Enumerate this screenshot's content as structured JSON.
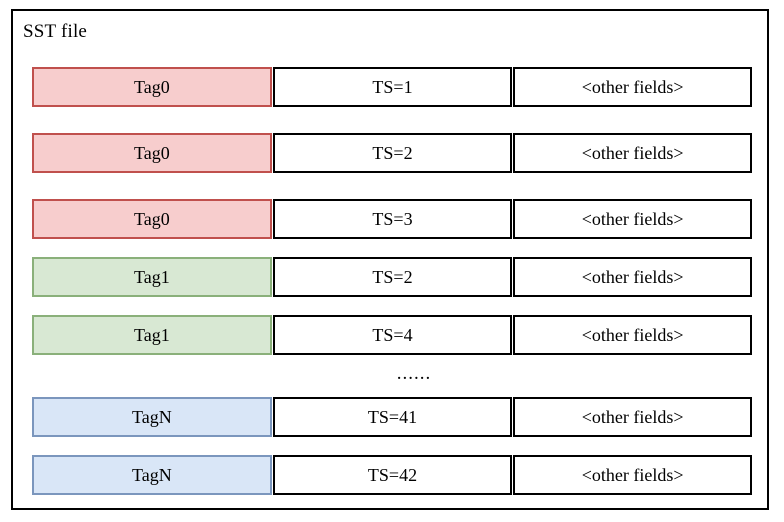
{
  "diagram": {
    "title": "SST file",
    "columns": [
      "tag",
      "timestamp",
      "other"
    ],
    "colors": {
      "tag0_fill": "#f7cdcd",
      "tag0_border": "#c0504d",
      "tag1_fill": "#d8e8d3",
      "tag1_border": "#8ab07a",
      "tagN_fill": "#d9e6f7",
      "tagN_border": "#7b96bd",
      "frame_border": "#000000",
      "cell_border": "#000000",
      "background": "#ffffff"
    },
    "ellipsis": "......",
    "rows": [
      {
        "tag": "Tag0",
        "ts": "TS=1",
        "other": "<other fields>",
        "style": "tag-pink"
      },
      {
        "tag": "Tag0",
        "ts": "TS=2",
        "other": "<other fields>",
        "style": "tag-pink"
      },
      {
        "tag": "Tag0",
        "ts": "TS=3",
        "other": "<other fields>",
        "style": "tag-pink"
      },
      {
        "tag": "Tag1",
        "ts": "TS=2",
        "other": "<other fields>",
        "style": "tag-green"
      },
      {
        "tag": "Tag1",
        "ts": "TS=4",
        "other": "<other fields>",
        "style": "tag-green"
      },
      {
        "tag": "TagN",
        "ts": "TS=41",
        "other": "<other fields>",
        "style": "tag-blue"
      },
      {
        "tag": "TagN",
        "ts": "TS=42",
        "other": "<other fields>",
        "style": "tag-blue"
      }
    ]
  }
}
